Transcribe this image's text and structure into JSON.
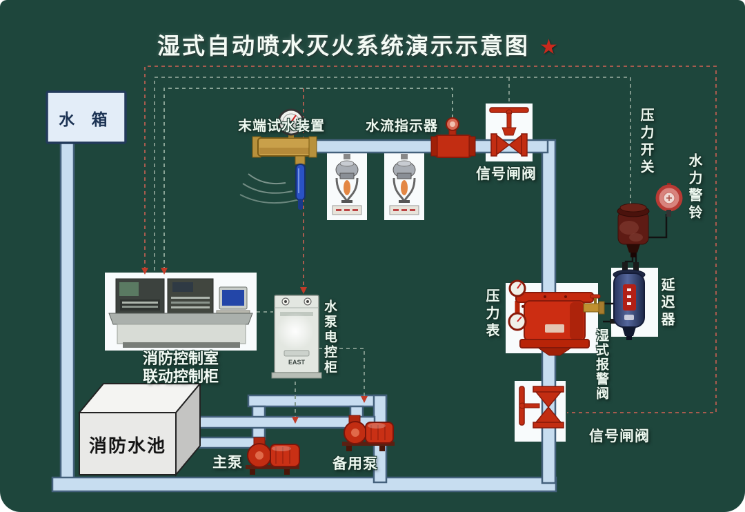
{
  "title": {
    "text": "湿式自动喷水灭火系统演示示意图",
    "star": "★"
  },
  "labels": {
    "water_tank": "水 箱",
    "end_test_device": "末端试水装置",
    "flow_indicator": "水流指示器",
    "signal_gate_valve_top": "信号闸阀",
    "pressure_switch": "压力开关",
    "hydraulic_alarm_bell": "水力警铃",
    "delay_device": "延迟器",
    "pressure_gauge": "压力表",
    "wet_alarm_valve": "湿式报警阀",
    "signal_gate_valve_bottom": "信号闸阀",
    "control_room_line1": "消防控制室",
    "control_room_line2": "联动控制柜",
    "pump_control_cabinet": "水泵电控柜",
    "fire_pool": "消防水池",
    "main_pump": "主泵",
    "backup_pump": "备用泵",
    "cabinet_brand": "EAST"
  },
  "colors": {
    "background": "#1e463c",
    "pipe_fill": "#c7ddf0",
    "pipe_edge": "#44617c",
    "equipment_red": "#c22d12",
    "star_red": "#c9291d",
    "white_box": "#f8fbfc",
    "dashed_signal": "#7e968a",
    "dashed_signal_red": "#a85b4e"
  }
}
